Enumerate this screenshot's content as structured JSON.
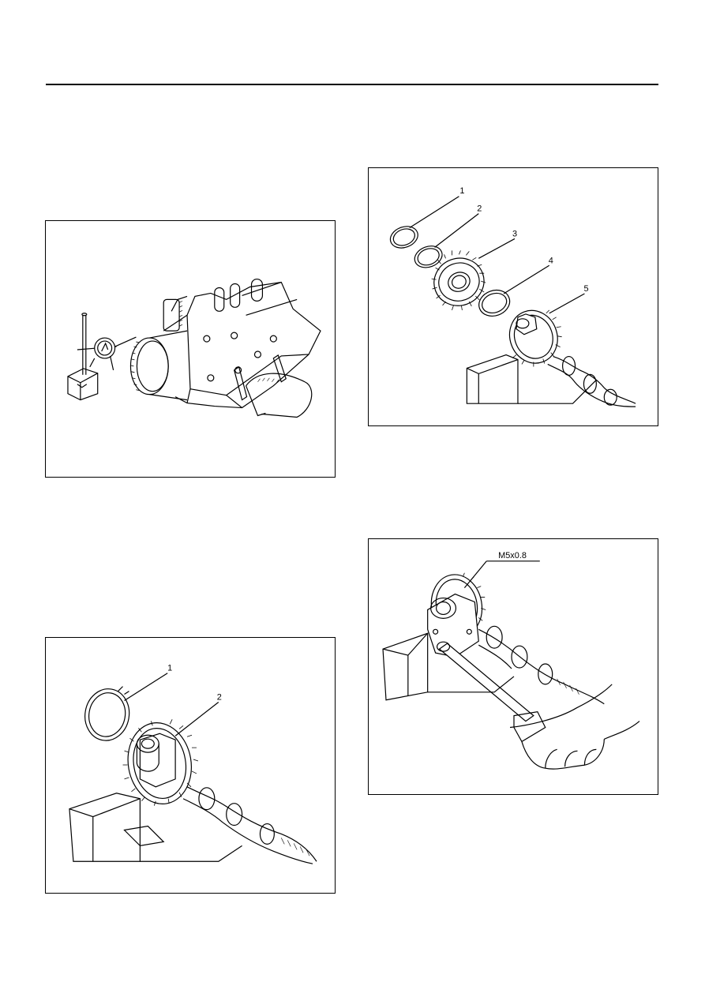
{
  "figures": {
    "dial_gauge": {
      "icon": "dial-indicator-on-camshaft-gear-illustration"
    },
    "exploded": {
      "icon": "gear-exploded-view-illustration",
      "callouts": [
        "1",
        "2",
        "3",
        "4",
        "5"
      ]
    },
    "snap_ring": {
      "icon": "snap-ring-removal-illustration",
      "callouts": [
        "1",
        "2"
      ]
    },
    "wrench": {
      "icon": "gear-bolt-wrench-illustration",
      "callouts": [
        "M5x0.8"
      ]
    }
  }
}
